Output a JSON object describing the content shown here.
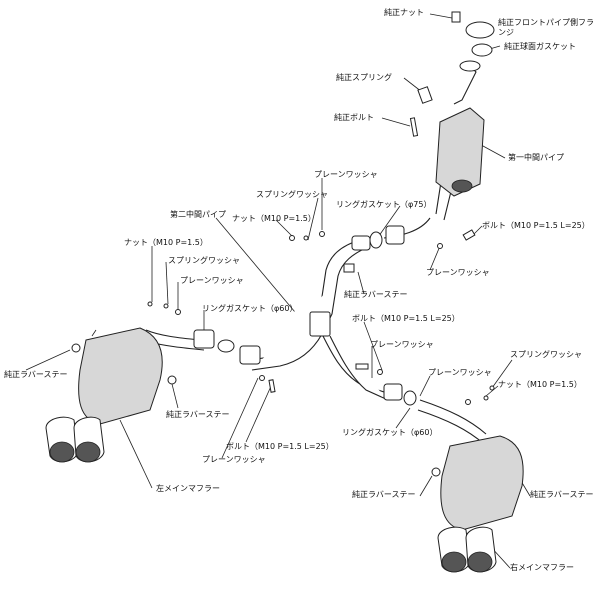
{
  "labels": {
    "oem_nut": "純正ナット",
    "oem_front_pipe_flange": "純正フロントパイプ側フランジ",
    "oem_ball_gasket": "純正球面ガスケット",
    "oem_spring": "純正スプリング",
    "oem_bolt": "純正ボルト",
    "first_mid_pipe": "第一中間パイプ",
    "plain_washer_top": "プレーンワッシャ",
    "spring_washer_top": "スプリングワッシャ",
    "ring_gasket_75": "リングガスケット（φ75）",
    "second_mid_pipe": "第二中間パイプ",
    "nut_m10_center": "ナット（M10 P=1.5）",
    "bolt_m10_right": "ボルト（M10 P=1.5 L=25）",
    "nut_m10_left": "ナット（M10 P=1.5）",
    "spring_washer_left": "スプリングワッシャ",
    "plain_washer_left": "プレーンワッシャ",
    "plain_washer_right_top": "プレーンワッシャ",
    "ring_gasket_60_left": "リングガスケット（φ60）",
    "oem_rubber_stay_center": "純正ラバーステー",
    "bolt_m10_center": "ボルト（M10 P=1.5 L=25）",
    "plain_washer_center": "プレーンワッシャ",
    "spring_washer_right": "スプリングワッシャ",
    "plain_washer_right": "プレーンワッシャ",
    "nut_m10_right": "ナット（M10 P=1.5）",
    "oem_rubber_stay_left": "純正ラバーステー",
    "oem_rubber_stay_left2": "純正ラバーステー",
    "bolt_m10_bottom": "ボルト（M10 P=1.5 L=25）",
    "plain_washer_bottom": "プレーンワッシャ",
    "ring_gasket_60_right": "リングガスケット（φ60）",
    "left_main_muffler": "左メインマフラー",
    "oem_rubber_stay_right": "純正ラバーステー",
    "oem_rubber_stay_right2": "純正ラバーステー",
    "right_main_muffler": "右メインマフラー"
  }
}
